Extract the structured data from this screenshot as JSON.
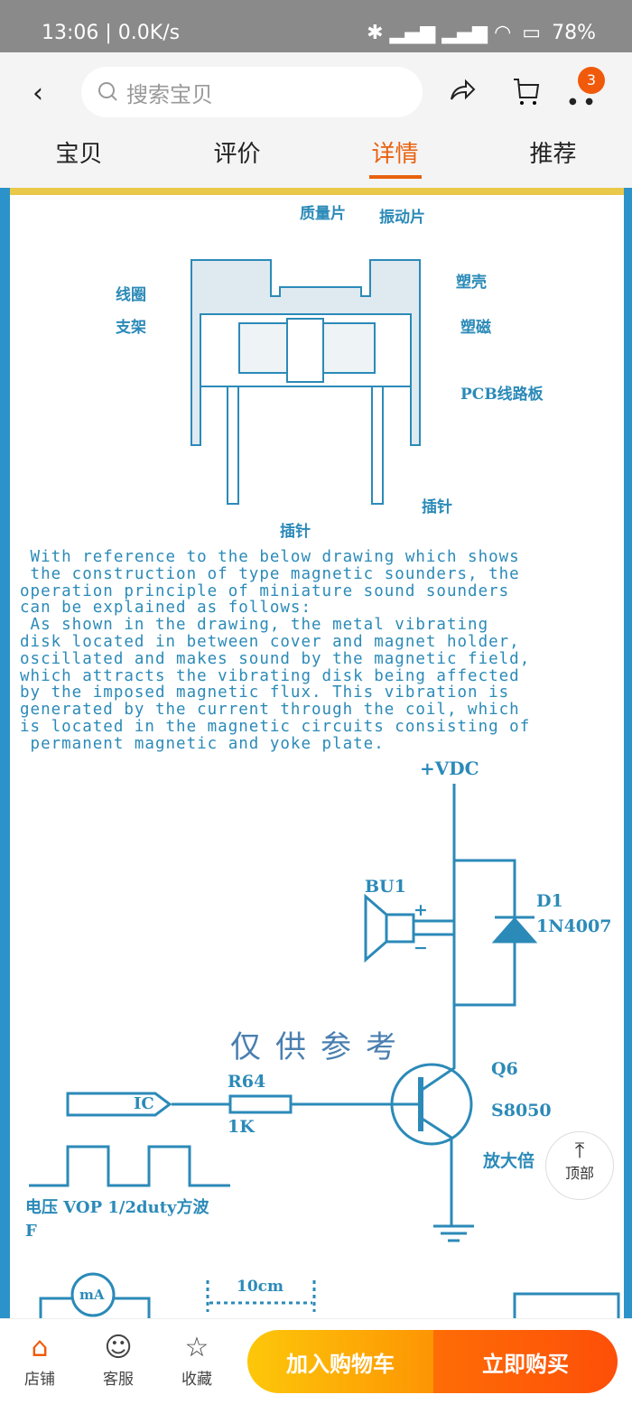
{
  "status_bar": {
    "time_speed": "13:06 | 0.0K/s",
    "battery": "78%"
  },
  "header": {
    "search_placeholder": "搜索宝贝",
    "cart_badge": "3"
  },
  "tabs": [
    {
      "label": "宝贝"
    },
    {
      "label": "评价"
    },
    {
      "label": "详情",
      "active": true
    },
    {
      "label": "推荐"
    }
  ],
  "diagram": {
    "labels": {
      "mass": "质量片",
      "vib": "振动片",
      "coil": "线圈",
      "bracket": "支架",
      "shell": "塑壳",
      "magnet": "塑磁",
      "pcb": "PCB线路板",
      "pin1": "插针",
      "pin2": "插针"
    },
    "paragraph": " With reference to the below drawing which shows\n the construction of type magnetic sounders, the\noperation principle of miniature sound sounders\ncan be explained as follows:\n As shown in the drawing, the metal vibrating\ndisk located in between cover and magnet holder,\noscillated and makes sound by the magnetic field,\nwhich attracts the vibrating disk being affected\nby the imposed magnetic flux. This vibration is\ngenerated by the current through the coil, which\nis located in the magnetic circuits consisting of\n permanent magnetic and yoke plate.",
    "circuit": {
      "vdc": "+VDC",
      "bu1": "BU1",
      "plus": "+",
      "minus": "−",
      "d1": "D1",
      "d1_part": "1N4007",
      "q6": "Q6",
      "q6_part": "S8050",
      "r64": "R64",
      "r_val": "1K",
      "ic": "IC",
      "gain": "放大倍",
      "wave": "电压 VOP 1/2duty方波",
      "f": "F",
      "ma": "mA",
      "dist": "10cm"
    },
    "watermark": "仅供参考"
  },
  "to_top": "顶部",
  "bottom_bar": {
    "shop": "店铺",
    "service": "客服",
    "favorite": "收藏",
    "add_cart": "加入购物车",
    "buy_now": "立即购买"
  },
  "colors": {
    "accent": "#e8620f",
    "diagram": "#2b8ab8"
  }
}
